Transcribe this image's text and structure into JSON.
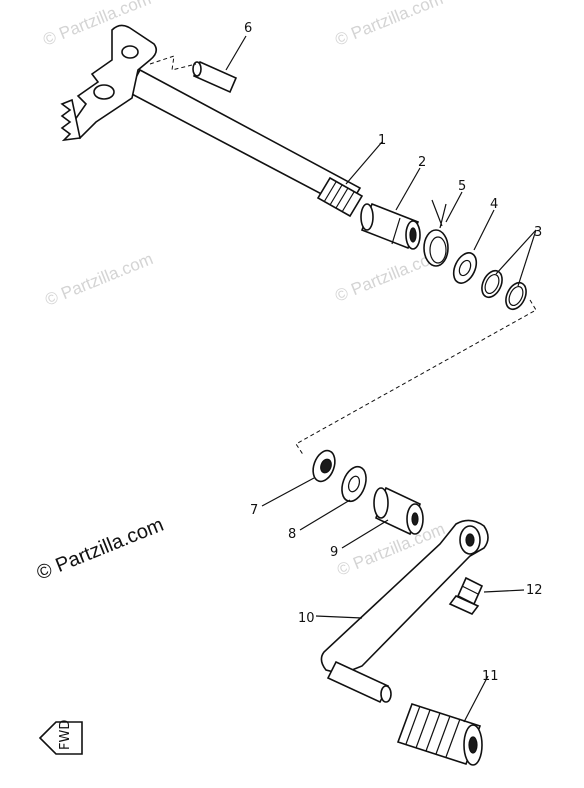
{
  "callouts": {
    "c1": "1",
    "c2": "2",
    "c3": "3",
    "c4": "4",
    "c5": "5",
    "c6": "6",
    "c7": "7",
    "c8": "8",
    "c9": "9",
    "c10": "10",
    "c11": "11",
    "c12": "12"
  },
  "watermark": {
    "main": "© Partzilla.com",
    "faint": "© Partzilla.com"
  },
  "direction_tag": "FWD"
}
